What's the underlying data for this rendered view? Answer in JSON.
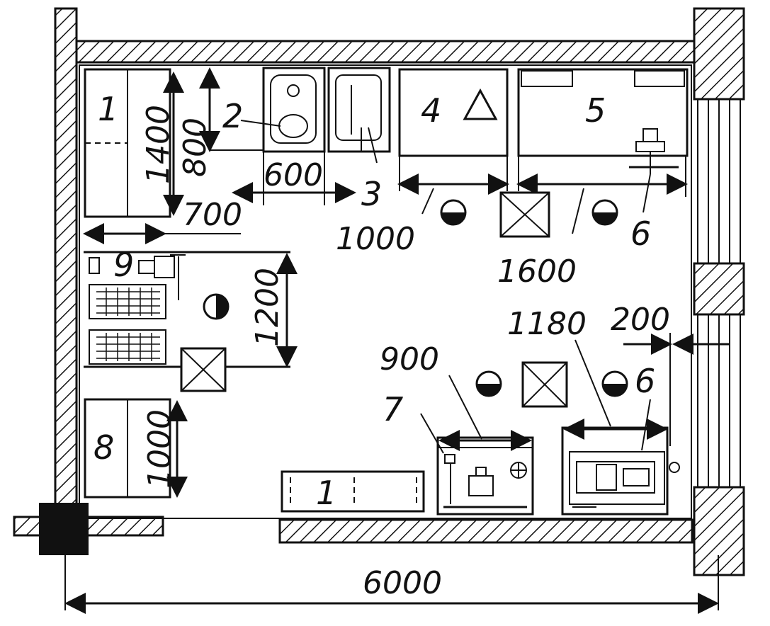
{
  "plan": {
    "item_numbers": {
      "n1_top": "1",
      "n2": "2",
      "n3": "3",
      "n4": "4",
      "n5": "5",
      "n6_top": "6",
      "n6_bottom": "6",
      "n7": "7",
      "n8": "8",
      "n9": "9",
      "n1_bottom": "1"
    },
    "dimensions": {
      "d1400": "1400",
      "d800": "800",
      "d600": "600",
      "d700": "700",
      "d1000_top": "1000",
      "d1600": "1600",
      "d1200": "1200",
      "d1000_left": "1000",
      "d900": "900",
      "d1180": "1180",
      "d200": "200",
      "d6000": "6000"
    }
  }
}
